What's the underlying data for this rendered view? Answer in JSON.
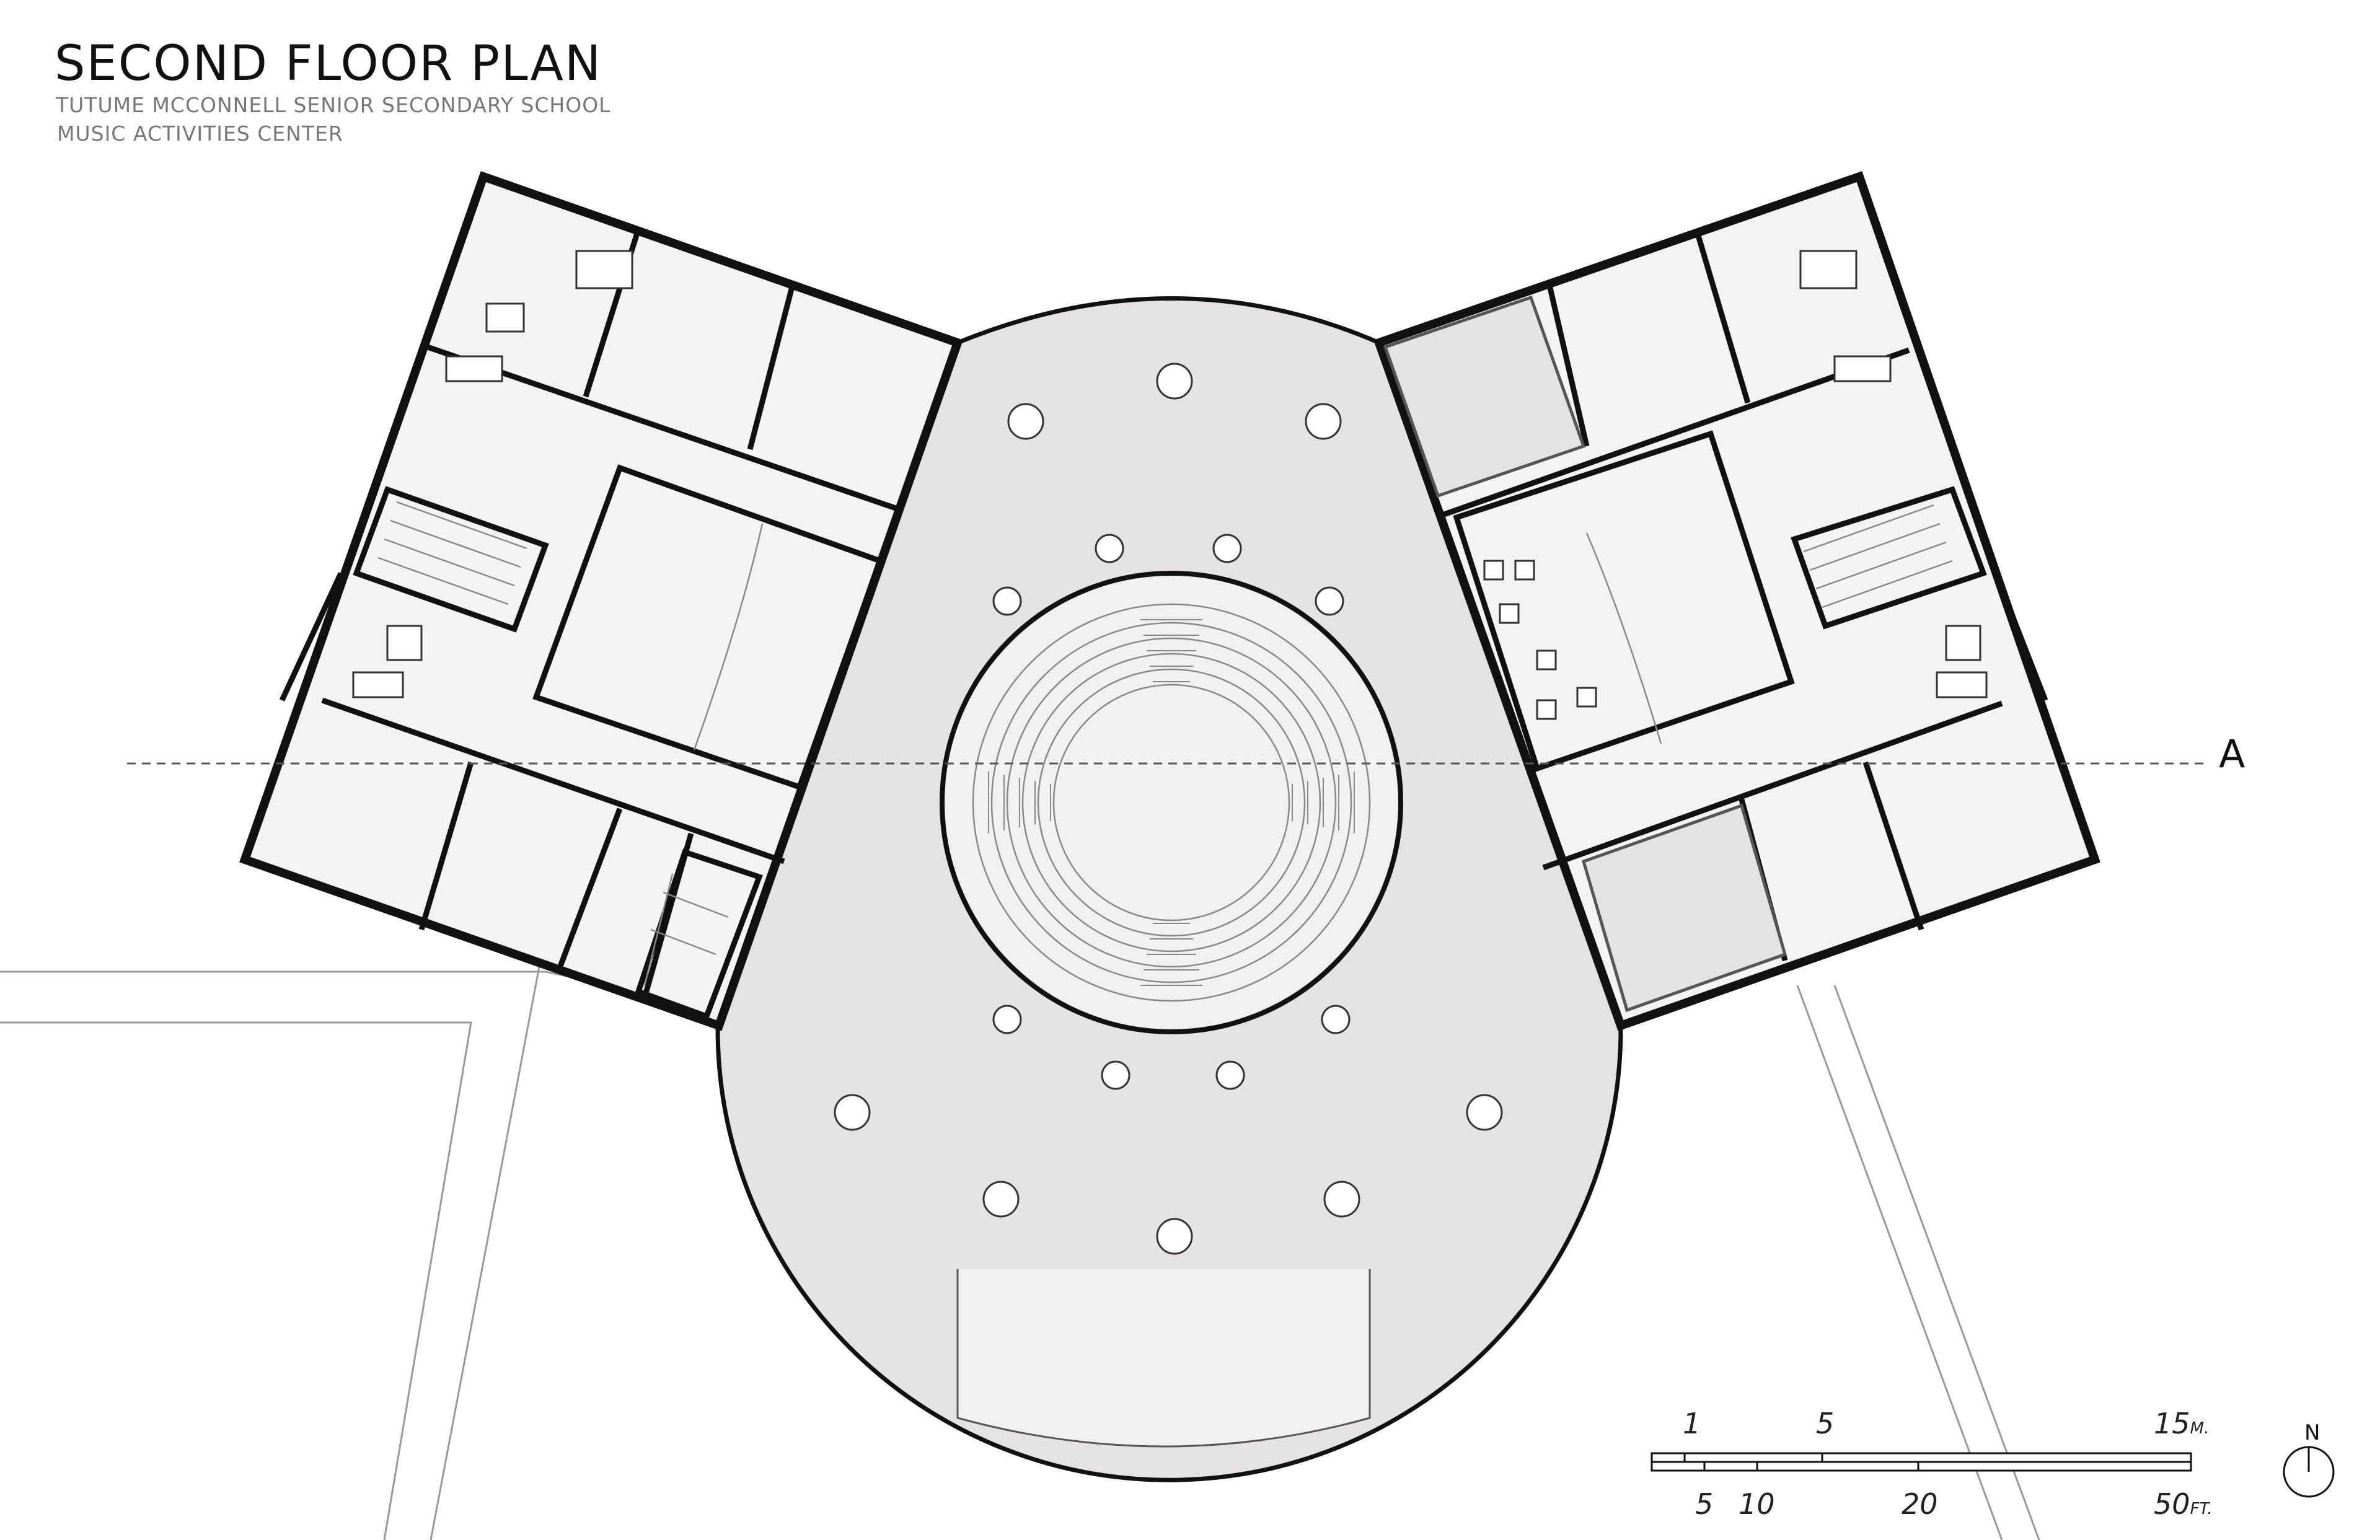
{
  "title": "SECOND FLOOR PLAN",
  "subtitle_lines": [
    "TUTUME MCCONNELL SENIOR SECONDARY SCHOOL",
    "MUSIC ACTIVITIES CENTER"
  ],
  "section_marker": "A",
  "north_label": "N",
  "scale_bar": {
    "metric_labels": [
      "1",
      "5",
      "15"
    ],
    "metric_unit": "M.",
    "imperial_labels": [
      "5",
      "10",
      "20",
      "50"
    ],
    "imperial_unit": "FT."
  },
  "colors": {
    "wall": "#111111",
    "interior_fill": "#f4f3f3",
    "atrium_fill": "#e4e2e2",
    "stage_fill": "#f1f0f0",
    "line": "#888888"
  }
}
